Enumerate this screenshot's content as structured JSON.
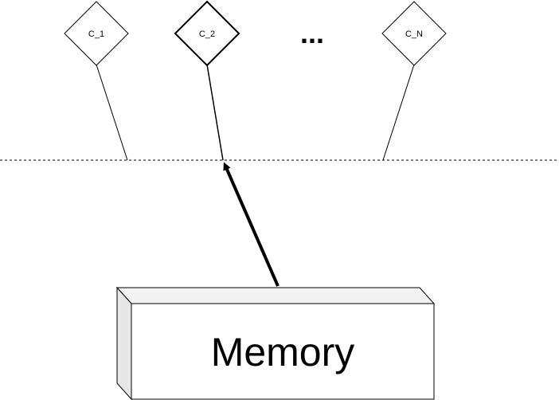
{
  "diagram": {
    "nodes": [
      {
        "id": "c1",
        "label": "C_1"
      },
      {
        "id": "c2",
        "label": "C_2",
        "emphasized": true
      },
      {
        "id": "cn",
        "label": "C_N"
      }
    ],
    "ellipsis": "...",
    "memory": {
      "label": "Memory"
    },
    "colors": {
      "stroke": "#000000",
      "box_front": "#ffffff",
      "box_side": "#e6e6e6",
      "box_top": "#f2f2f2"
    }
  }
}
